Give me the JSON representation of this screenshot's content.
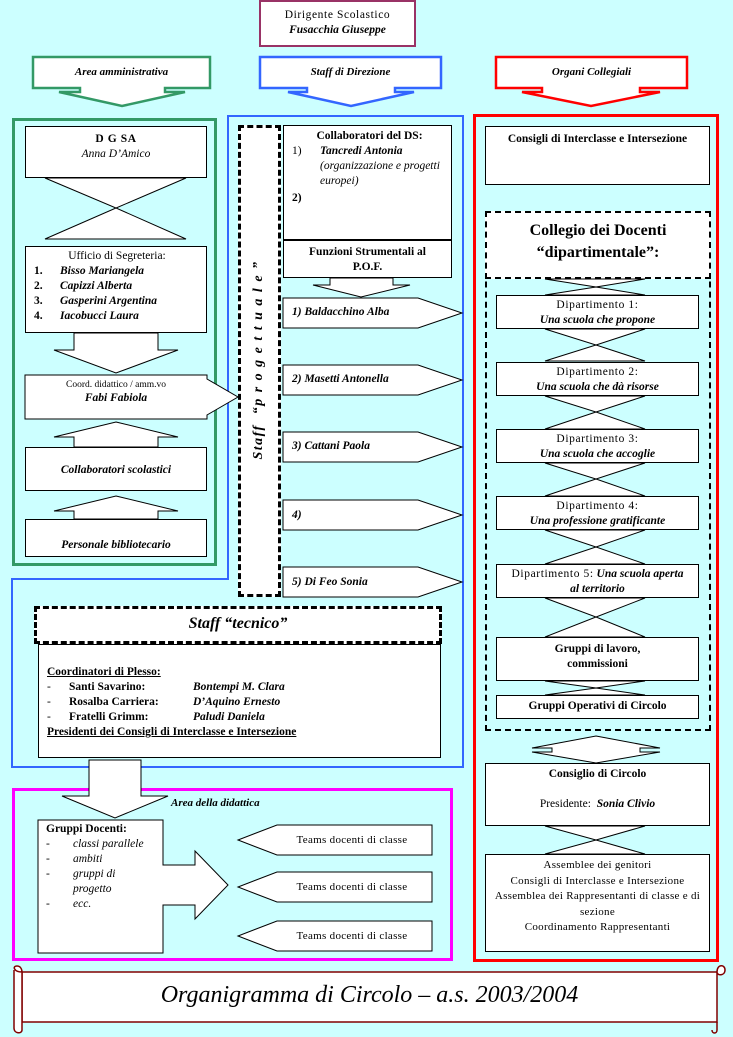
{
  "head": {
    "role": "Dirigente Scolastico",
    "name": "Fusacchia Giuseppe"
  },
  "columns": {
    "left": "Area amministrativa",
    "center": "Staff di Direzione",
    "right": "Organi Collegiali"
  },
  "admin": {
    "dgsa_title": "D G SA",
    "dgsa_name": "Anna D’Amico",
    "segreteria_title": "Ufficio di Segreteria:",
    "segreteria_members": [
      "Bisso Mariangela",
      "Capizzi Alberta",
      "Gasperini Argentina",
      "Iacobucci Laura"
    ],
    "coord_title": "Coord. didattico / amm.vo",
    "coord_name": "Fabi Fabiola",
    "collaboratori": "Collaboratori scolastici",
    "personale": "Personale bibliotecario"
  },
  "staff_progettuale": "Staff  “p r o g e t t u a l e ”",
  "collaboratori_ds": {
    "title": "Collaboratori del DS:",
    "items": [
      {
        "num": "1)",
        "name": "Tancredi Antonia",
        "note": "(organizzazione e progetti europei)"
      },
      {
        "num": "2)",
        "name": "",
        "note": ""
      }
    ]
  },
  "funzioni": {
    "title": "Funzioni Strumentali al P.O.F.",
    "items": [
      "1) Baldacchino Alba",
      "2) Masetti Antonella",
      "3) Cattani Paola",
      "4)",
      "5) Di Feo Sonia"
    ]
  },
  "staff_tecnico": {
    "title": "Staff “tecnico”",
    "coord_title": "Coordinatori di Plesso:",
    "plessi": [
      {
        "dash": "-",
        "plesso": "Santi Savarino:",
        "name": "Bontempi M. Clara"
      },
      {
        "dash": "-",
        "plesso": "Rosalba Carriera:",
        "name": "D’Aquino Ernesto"
      },
      {
        "dash": "-",
        "plesso": "Fratelli Grimm:",
        "name": "Paludi Daniela"
      }
    ],
    "presidenti": "Presidenti dei Consigli di Interclasse e Intersezione"
  },
  "didattica": {
    "title": "Area della didattica",
    "gruppi_title": "Gruppi Docenti:",
    "gruppi": [
      {
        "dash": "-",
        "text": "classi parallele"
      },
      {
        "dash": "-",
        "text": "ambiti"
      },
      {
        "dash": "-",
        "text": "gruppi di progetto"
      },
      {
        "dash": "-",
        "text": "ecc."
      }
    ],
    "teams": [
      "Teams docenti di classe",
      "Teams docenti di classe",
      "Teams docenti di classe"
    ]
  },
  "organi": {
    "consigli": "Consigli di Interclasse e Intersezione",
    "collegio_line1": "Collegio dei Docenti",
    "collegio_line2": "“dipartimentale”:",
    "dipartimenti": [
      {
        "label": "Dipartimento 1:",
        "desc": "Una scuola che propone"
      },
      {
        "label": "Dipartimento 2:",
        "desc": "Una scuola che dà risorse"
      },
      {
        "label": "Dipartimento 3:",
        "desc": "Una scuola che accoglie"
      },
      {
        "label": "Dipartimento 4:",
        "desc": "Una professione gratificante"
      },
      {
        "label": "Dipartimento 5:",
        "desc": "Una scuola aperta al territorio"
      }
    ],
    "gruppi_lavoro": "Gruppi di lavoro, commissioni",
    "gruppi_operativi": "Gruppi Operativi di Circolo",
    "consiglio_circolo": "Consiglio di Circolo",
    "presidente_label": "Presidente:",
    "presidente_name": "Sonia Clivio",
    "assemblee": [
      "Assemblee dei genitori",
      "Consigli di Interclasse e Intersezione",
      "Assemblea dei Rappresentanti di classe e di sezione",
      "Coordinamento Rappresentanti"
    ]
  },
  "footer": "Organigramma di Circolo – a.s. 2003/2004",
  "colors": {
    "background": "#ccffff",
    "admin": "#339966",
    "staff": "#3366ff",
    "organi": "#ff0000",
    "didattica": "#ff00ff",
    "head_border": "#993366"
  }
}
